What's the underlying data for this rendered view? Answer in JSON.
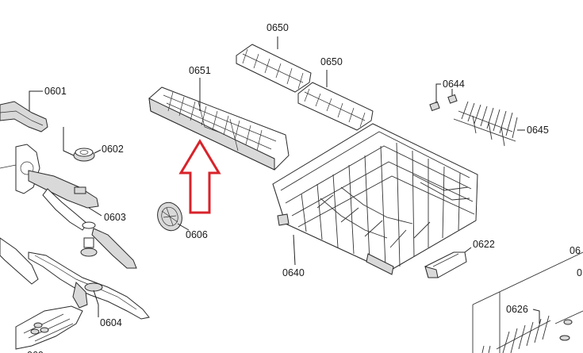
{
  "diagram": {
    "labels": {
      "p0601": "0601",
      "p0602": "0602",
      "p0603": "0603",
      "p0604": "0604",
      "p0606": "0606",
      "p0651": "0651",
      "p0650a": "0650",
      "p0650b": "0650",
      "p0644": "0644",
      "p0645": "0645",
      "p0640": "0640",
      "p0622": "0622",
      "p0626": "0626",
      "p06edge": "06",
      "p0edge": "0",
      "p0bottom": "060"
    },
    "colors": {
      "line": "#222222",
      "arrow": "#d8232a",
      "fill": "#d9d9d9"
    },
    "highlight": {
      "target": "0651",
      "icon": "arrow-up-icon"
    }
  }
}
